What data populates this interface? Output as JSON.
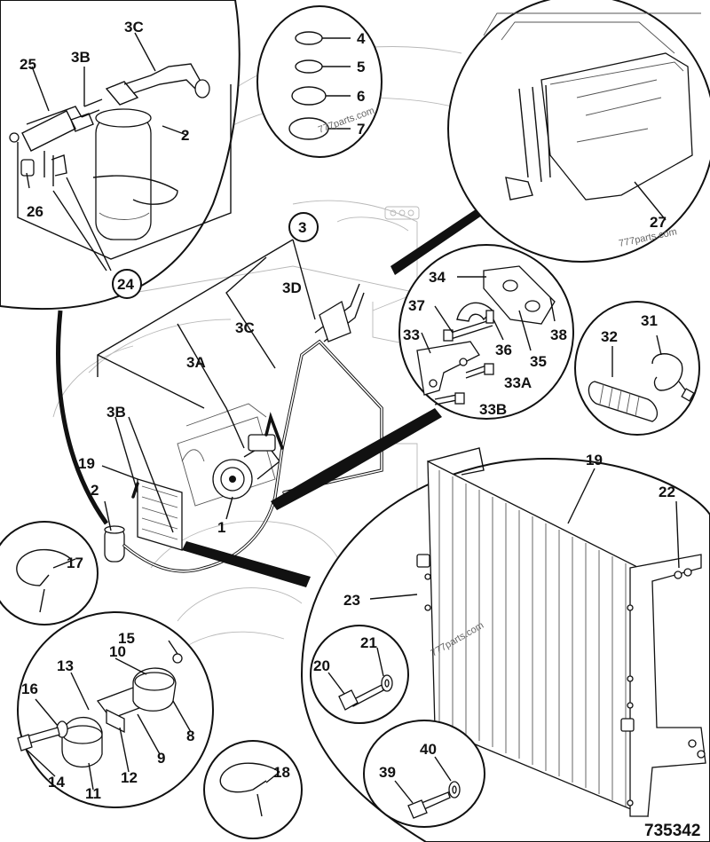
{
  "reference_number": "735342",
  "watermarks": [
    "777parts.com",
    "777parts.com",
    "777parts.com"
  ],
  "callouts": [
    {
      "id": "c1",
      "text": "1"
    },
    {
      "id": "c2a",
      "text": "2"
    },
    {
      "id": "c2b",
      "text": "2"
    },
    {
      "id": "c3",
      "text": "3"
    },
    {
      "id": "c3a",
      "text": "3A"
    },
    {
      "id": "c3b1",
      "text": "3B"
    },
    {
      "id": "c3b2",
      "text": "3B"
    },
    {
      "id": "c3c1",
      "text": "3C"
    },
    {
      "id": "c3c2",
      "text": "3C"
    },
    {
      "id": "c3d",
      "text": "3D"
    },
    {
      "id": "c4",
      "text": "4"
    },
    {
      "id": "c5",
      "text": "5"
    },
    {
      "id": "c6",
      "text": "6"
    },
    {
      "id": "c7",
      "text": "7"
    },
    {
      "id": "c8",
      "text": "8"
    },
    {
      "id": "c9",
      "text": "9"
    },
    {
      "id": "c10",
      "text": "10"
    },
    {
      "id": "c11",
      "text": "11"
    },
    {
      "id": "c12",
      "text": "12"
    },
    {
      "id": "c13",
      "text": "13"
    },
    {
      "id": "c14",
      "text": "14"
    },
    {
      "id": "c15",
      "text": "15"
    },
    {
      "id": "c16",
      "text": "16"
    },
    {
      "id": "c17",
      "text": "17"
    },
    {
      "id": "c18",
      "text": "18"
    },
    {
      "id": "c19a",
      "text": "19"
    },
    {
      "id": "c19b",
      "text": "19"
    },
    {
      "id": "c20",
      "text": "20"
    },
    {
      "id": "c21",
      "text": "21"
    },
    {
      "id": "c22",
      "text": "22"
    },
    {
      "id": "c23",
      "text": "23"
    },
    {
      "id": "c24",
      "text": "24"
    },
    {
      "id": "c25",
      "text": "25"
    },
    {
      "id": "c26",
      "text": "26"
    },
    {
      "id": "c27",
      "text": "27"
    },
    {
      "id": "c31",
      "text": "31"
    },
    {
      "id": "c32",
      "text": "32"
    },
    {
      "id": "c33",
      "text": "33"
    },
    {
      "id": "c33a",
      "text": "33A"
    },
    {
      "id": "c33b",
      "text": "33B"
    },
    {
      "id": "c34",
      "text": "34"
    },
    {
      "id": "c35",
      "text": "35"
    },
    {
      "id": "c36",
      "text": "36"
    },
    {
      "id": "c37",
      "text": "37"
    },
    {
      "id": "c38",
      "text": "38"
    },
    {
      "id": "c39",
      "text": "39"
    },
    {
      "id": "c40",
      "text": "40"
    }
  ]
}
